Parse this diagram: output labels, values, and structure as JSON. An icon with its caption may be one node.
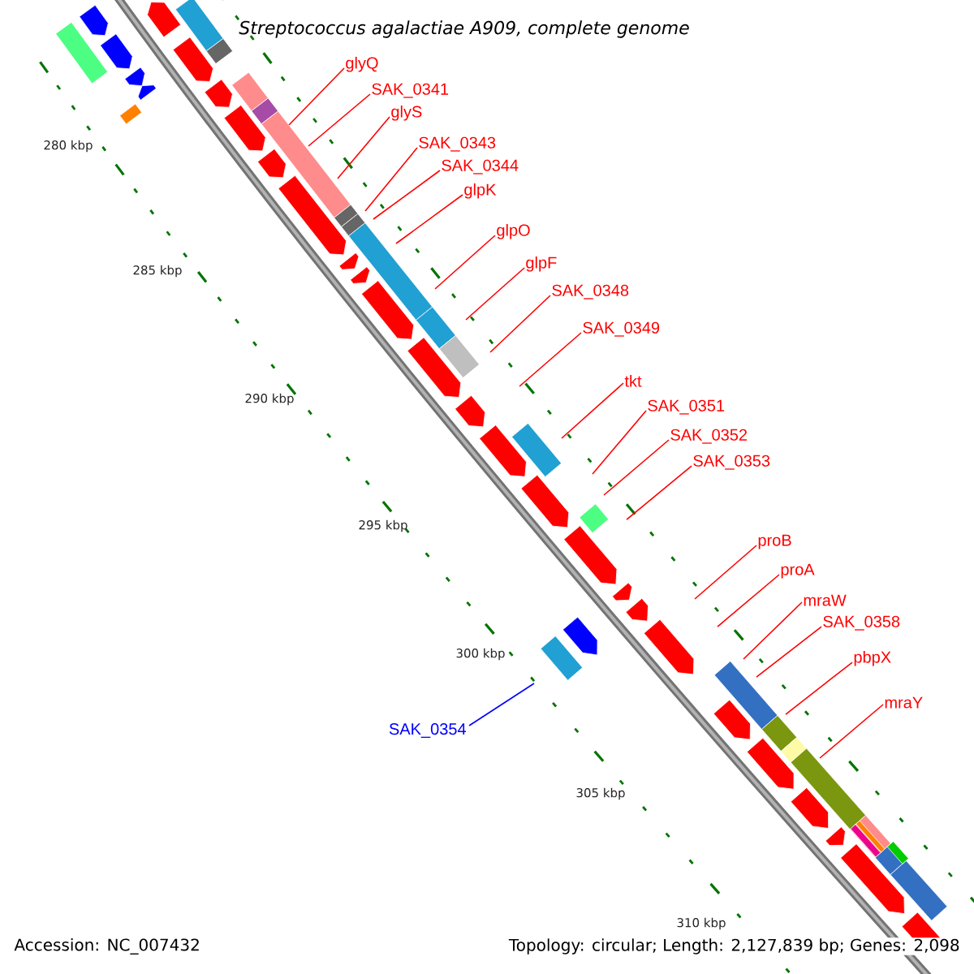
{
  "diagram": {
    "title": "Streptococcus agalactiae A909, complete genome",
    "nodes": [
      {
        "text": [
          "glyQ"
        ]
      },
      {
        "text": [
          "SAK_0341"
        ]
      },
      {
        "text": [
          "glyS"
        ]
      },
      {
        "text": [
          "SAK_0343"
        ]
      },
      {
        "text": [
          "SAK_0344"
        ]
      },
      {
        "text": [
          "glpK"
        ]
      },
      {
        "text": [
          "glpO"
        ]
      },
      {
        "text": [
          "glpF"
        ]
      },
      {
        "text": [
          "SAK_0348"
        ]
      },
      {
        "text": [
          "SAK_0349"
        ]
      },
      {
        "text": [
          "tkt"
        ]
      },
      {
        "text": [
          "SAK_0351"
        ]
      },
      {
        "text": [
          "SAK_0352"
        ]
      },
      {
        "text": [
          "SAK_0353"
        ]
      },
      {
        "text": [
          "proB"
        ]
      },
      {
        "text": [
          "proA"
        ]
      },
      {
        "text": [
          "mraW"
        ]
      },
      {
        "text": [
          "SAK_0358"
        ]
      },
      {
        "text": [
          "pbpX"
        ]
      },
      {
        "text": [
          "mraY"
        ]
      },
      {
        "text": [
          "SAK_0354"
        ]
      }
    ],
    "edges": [
      {
        "from": 0,
        "to": null,
        "arrow": "none"
      },
      {
        "from": 1,
        "to": null,
        "arrow": "none"
      },
      {
        "from": 2,
        "to": null,
        "arrow": "none"
      },
      {
        "from": 3,
        "to": null,
        "arrow": "none"
      },
      {
        "from": 4,
        "to": null,
        "arrow": "none"
      },
      {
        "from": 5,
        "to": null,
        "arrow": "none"
      },
      {
        "from": 6,
        "to": null,
        "arrow": "none"
      },
      {
        "from": 7,
        "to": null,
        "arrow": "none"
      },
      {
        "from": 8,
        "to": null,
        "arrow": "none"
      },
      {
        "from": 9,
        "to": null,
        "arrow": "none"
      },
      {
        "from": 10,
        "to": null,
        "arrow": "none"
      },
      {
        "from": 11,
        "to": null,
        "arrow": "none"
      },
      {
        "from": 12,
        "to": null,
        "arrow": "none"
      },
      {
        "from": 13,
        "to": null,
        "arrow": "none"
      },
      {
        "from": 14,
        "to": null,
        "arrow": "none"
      },
      {
        "from": 15,
        "to": null,
        "arrow": "none"
      },
      {
        "from": 16,
        "to": null,
        "arrow": "none"
      },
      {
        "from": 17,
        "to": null,
        "arrow": "none"
      },
      {
        "from": 18,
        "to": null,
        "arrow": "none"
      },
      {
        "from": 19,
        "to": null,
        "arrow": "none"
      },
      {
        "from": 20,
        "to": null,
        "arrow": "none",
        "color": "#0000ff"
      }
    ],
    "labels": [
      "280 kbp",
      "285 kbp",
      "290 kbp",
      "295 kbp",
      "300 kbp",
      "305 kbp",
      "310 kbp",
      "Accession: NC_007432",
      "Topology: circular; Length: 2,127,839 bp; Genes: 2,098"
    ]
  }
}
